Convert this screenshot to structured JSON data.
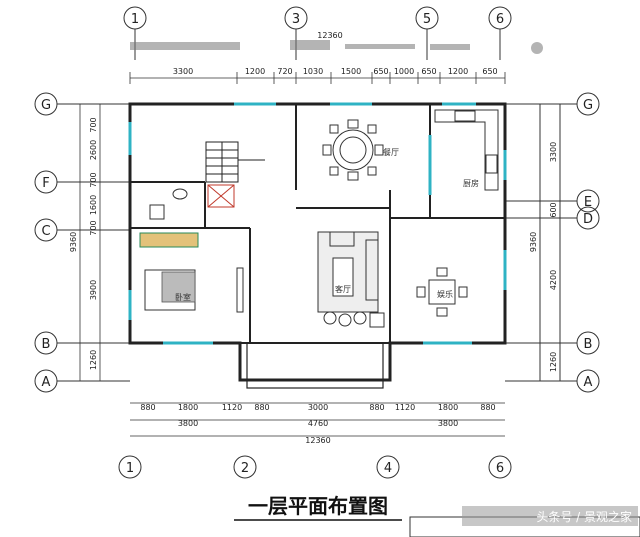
{
  "title": "一层平面布置图",
  "watermark": "头条号 / 景观之家",
  "top_axes": [
    "1",
    "3",
    "5",
    "6"
  ],
  "bottom_axes": [
    "1",
    "2",
    "4",
    "6"
  ],
  "left_axes": [
    "G",
    "F",
    "C",
    "B",
    "A"
  ],
  "right_axes": [
    "G",
    "E",
    "D",
    "B",
    "A"
  ],
  "top_dimensions": [
    "3300",
    "1200",
    "720",
    "1030",
    "1500",
    "650",
    "1000",
    "650",
    "1200",
    "650"
  ],
  "top_overall": "12360",
  "bottom_dimensions_row1": [
    "880",
    "1800",
    "1120",
    "880",
    "3000",
    "880",
    "1120",
    "1800",
    "880"
  ],
  "bottom_dimensions_row2": [
    "3800",
    "4760",
    "3800"
  ],
  "bottom_overall": "12360",
  "left_dimensions": [
    "700",
    "2600",
    "700",
    "1600",
    "700",
    "3900",
    "1260"
  ],
  "left_overall": "9360",
  "right_dimensions": [
    "3300",
    "600",
    "4200",
    "1260"
  ],
  "right_overall": "9360",
  "rooms": {
    "dining": "餐厅",
    "kitchen": "厨房",
    "bedroom": "卧室",
    "living": "客厅",
    "leisure": "娱乐"
  },
  "colors": {
    "line": "#222222",
    "glass": "#2fb3c4",
    "accent": "#e3c27a",
    "redline": "#c0392b"
  }
}
